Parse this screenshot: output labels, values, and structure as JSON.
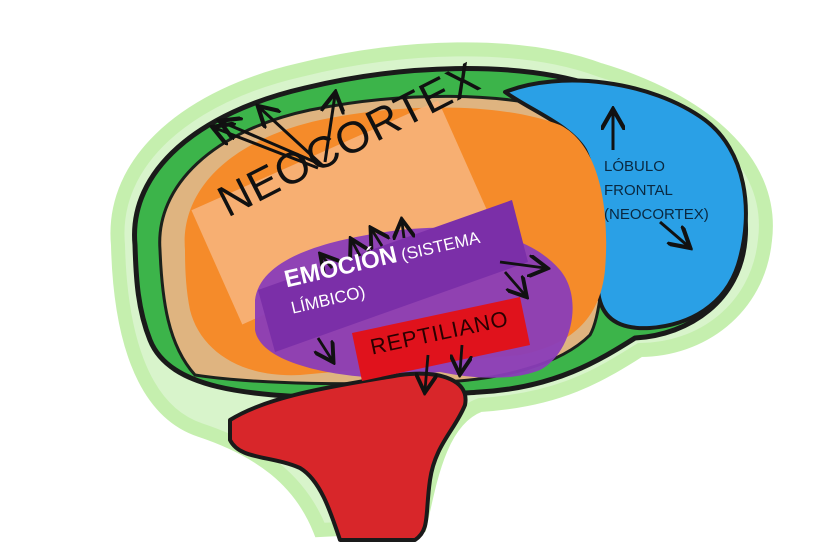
{
  "labels": {
    "neocortex": "NEOCORTEX",
    "emocion": "EMOCIÓN",
    "emocion_sub_1": "(SISTEMA",
    "emocion_sub_2": "LÍMBICO)",
    "reptiliano": "REPTILIANO",
    "lobulo_frontal": "LÓBULO\nFRONTAL\n(NEOCORTEX)"
  },
  "colors": {
    "outline": "#1a1a1a",
    "cortex_green": "#3cb44a",
    "glow_green": "#b8eea0",
    "neocortex_orange": "#f58b2a",
    "neocortex_label_bg": "#f7b27a",
    "frontal_blue": "#2aa0e6",
    "limbic_purple": "#8a3db8",
    "emocion_bar": "#7b2fa8",
    "reptilian_red": "#d8262a",
    "reptiliano_bar": "#e0121c"
  }
}
